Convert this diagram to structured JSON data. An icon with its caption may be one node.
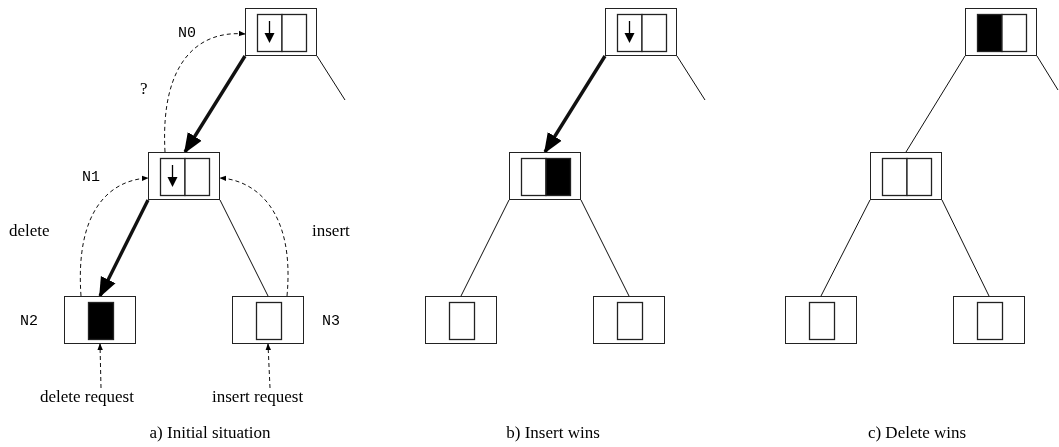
{
  "diagram": {
    "nodes": [
      {
        "text": [],
        "shape": "box",
        "beside": [
          "N0"
        ]
      },
      {
        "text": [],
        "shape": "box",
        "beside": [
          "N1"
        ]
      },
      {
        "text": [],
        "shape": "box",
        "beside": [
          "N2"
        ]
      },
      {
        "text": [],
        "shape": "box",
        "beside": [
          "N3"
        ]
      },
      {
        "text": [
          "delete request"
        ]
      },
      {
        "text": [
          "insert request"
        ]
      },
      {
        "text": [],
        "shape": "box"
      },
      {
        "text": [],
        "shape": "box"
      },
      {
        "text": [],
        "shape": "box"
      },
      {
        "text": [],
        "shape": "box"
      },
      {
        "text": [],
        "shape": "box"
      },
      {
        "text": [],
        "shape": "box"
      },
      {
        "text": [],
        "shape": "box"
      },
      {
        "text": [],
        "shape": "box"
      }
    ],
    "edges": [
      {
        "from": 0,
        "to": 1,
        "arrow": "to",
        "style": "thick"
      },
      {
        "from": 1,
        "to": 2,
        "arrow": "to",
        "style": "thick"
      },
      {
        "from": 1,
        "to": 3,
        "arrow": "none"
      },
      {
        "from": 0,
        "to": null,
        "arrow": "none"
      },
      {
        "from": 1,
        "to": 0,
        "arrow": "to",
        "style": "dashed",
        "label": "?"
      },
      {
        "from": 2,
        "to": 1,
        "arrow": "to",
        "style": "dashed",
        "label": "delete"
      },
      {
        "from": 3,
        "to": 1,
        "arrow": "to",
        "style": "dashed",
        "label": "insert"
      },
      {
        "from": 4,
        "to": 2,
        "arrow": "to",
        "style": "dashed"
      },
      {
        "from": 5,
        "to": 3,
        "arrow": "to",
        "style": "dashed"
      },
      {
        "from": 6,
        "to": 7,
        "arrow": "to",
        "style": "thick"
      },
      {
        "from": 7,
        "to": 8,
        "arrow": "none"
      },
      {
        "from": 7,
        "to": 9,
        "arrow": "none"
      },
      {
        "from": 6,
        "to": null,
        "arrow": "none"
      },
      {
        "from": 10,
        "to": 11,
        "arrow": "none"
      },
      {
        "from": 11,
        "to": 12,
        "arrow": "none"
      },
      {
        "from": 11,
        "to": 13,
        "arrow": "none"
      },
      {
        "from": 10,
        "to": null,
        "arrow": "none"
      }
    ],
    "labels": [
      "a)  Initial situation",
      "b)  Insert wins",
      "c)  Delete wins"
    ]
  }
}
